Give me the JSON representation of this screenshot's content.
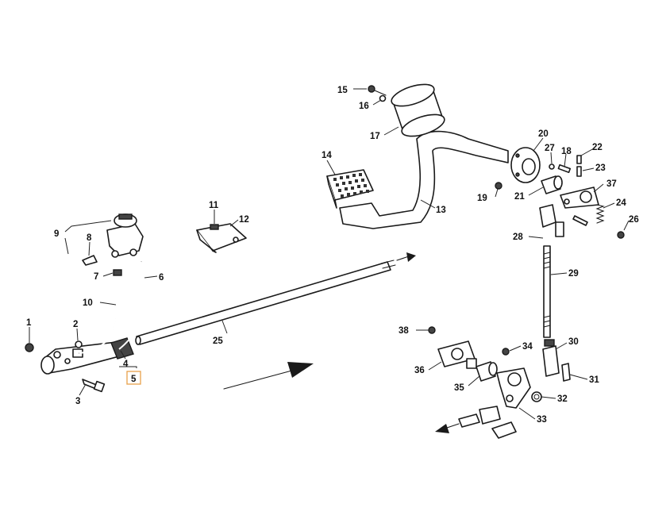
{
  "diagram": {
    "callouts": [
      {
        "id": "c1",
        "text": "1"
      },
      {
        "id": "c2",
        "text": "2"
      },
      {
        "id": "c3",
        "text": "3"
      },
      {
        "id": "c4",
        "text": "4"
      },
      {
        "id": "c5",
        "text": "5",
        "highlight_color": "#e8a04a"
      },
      {
        "id": "c6",
        "text": "6"
      },
      {
        "id": "c7",
        "text": "7"
      },
      {
        "id": "c8",
        "text": "8"
      },
      {
        "id": "c9",
        "text": "9"
      },
      {
        "id": "c10",
        "text": "10"
      },
      {
        "id": "c11",
        "text": "11"
      },
      {
        "id": "c12",
        "text": "12"
      },
      {
        "id": "c13",
        "text": "13"
      },
      {
        "id": "c14",
        "text": "14"
      },
      {
        "id": "c15",
        "text": "15"
      },
      {
        "id": "c16",
        "text": "16"
      },
      {
        "id": "c17",
        "text": "17"
      },
      {
        "id": "c18",
        "text": "18"
      },
      {
        "id": "c19",
        "text": "19"
      },
      {
        "id": "c20",
        "text": "20"
      },
      {
        "id": "c21",
        "text": "21"
      },
      {
        "id": "c22",
        "text": "22"
      },
      {
        "id": "c23",
        "text": "23"
      },
      {
        "id": "c24",
        "text": "24"
      },
      {
        "id": "c25",
        "text": "25"
      },
      {
        "id": "c26",
        "text": "26"
      },
      {
        "id": "c27",
        "text": "27"
      },
      {
        "id": "c28",
        "text": "28"
      },
      {
        "id": "c29",
        "text": "29"
      },
      {
        "id": "c30",
        "text": "30"
      },
      {
        "id": "c31",
        "text": "31"
      },
      {
        "id": "c32",
        "text": "32"
      },
      {
        "id": "c33",
        "text": "33"
      },
      {
        "id": "c34",
        "text": "34"
      },
      {
        "id": "c35",
        "text": "35"
      },
      {
        "id": "c36",
        "text": "36"
      },
      {
        "id": "c37",
        "text": "37"
      },
      {
        "id": "c38",
        "text": "38"
      }
    ]
  }
}
